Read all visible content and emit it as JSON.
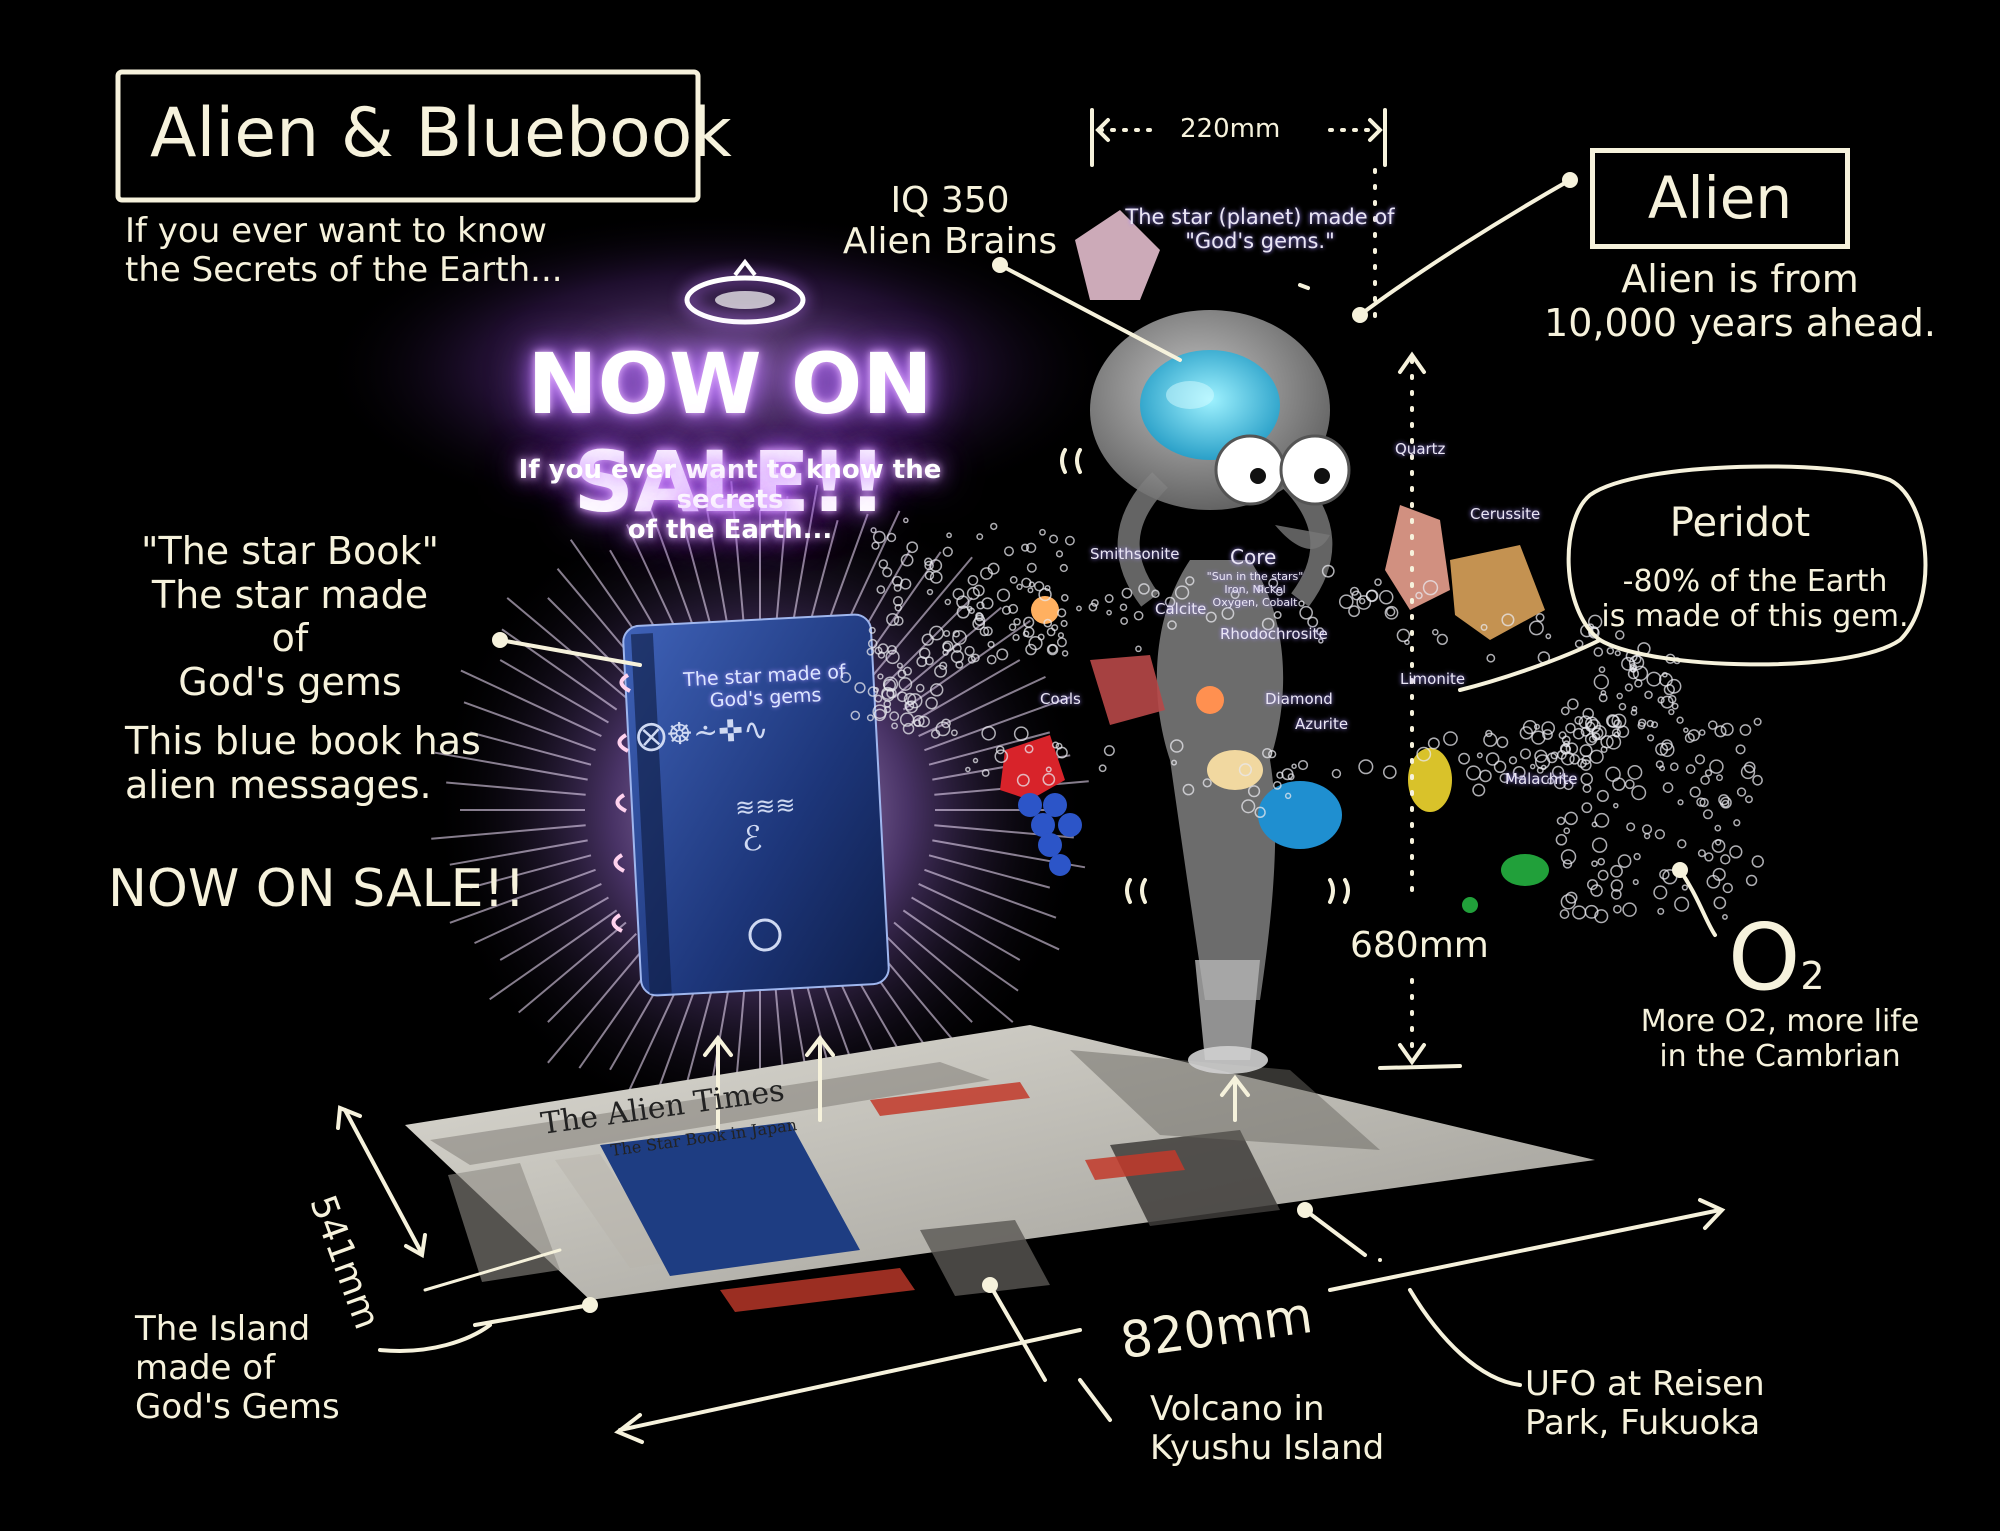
{
  "title_box": "Alien & Bluebook",
  "intro": "If you ever want to know\nthe Secrets of the Earth...",
  "neon": {
    "headline": "NOW ON SALE!!",
    "sub": "If you ever want to know the secrets\nof the Earth..."
  },
  "starbook_note": "\"The star Book\"\nThe star made of\nGod's gems",
  "bluebook_note": "This blue book has\nalien messages.",
  "now_on_sale": "NOW ON SALE!!",
  "iq_note": "IQ 350\nAlien Brains",
  "star_planet_note": "The star (planet) made of\n\"God's gems.\"",
  "alien_box": "Alien",
  "alien_note": "Alien is from\n10,000 years ahead.",
  "peridot": {
    "title": "Peridot",
    "text": "-80% of the Earth\nis made of this gem."
  },
  "o2": {
    "symbol": "O",
    "subscript": "2",
    "text": "More O2, more life\nin the Cambrian"
  },
  "dimensions": {
    "width_top": "220mm",
    "height_alien": "680mm",
    "depth": "541mm",
    "width_bottom": "820mm"
  },
  "book": {
    "title": "The star made of\nGod's gems"
  },
  "newspaper": {
    "masthead": "The Alien Times",
    "headline": "The Star Book in Japan"
  },
  "gem_labels": [
    "Quartz",
    "Cerussite",
    "Smithsonite",
    "Core",
    "Calcite",
    "Rhodochrosite",
    "Coals",
    "Diamond",
    "Azurite",
    "Limonite",
    "Malachite"
  ],
  "core_text": "\"Sun in the stars\"\nIron, Nickel\nOxygen, Cobalt",
  "bottom_notes": {
    "island": "The Island\nmade of\nGod's Gems",
    "volcano": "Volcano in\nKyushu Island",
    "ufo": "UFO at Reisen\nPark, Fukuoka"
  },
  "colors": {
    "background": "#000000",
    "chalk": "#f6f2dc",
    "neon_glow": "#b070ff",
    "book_blue": "#1f3a7a"
  }
}
